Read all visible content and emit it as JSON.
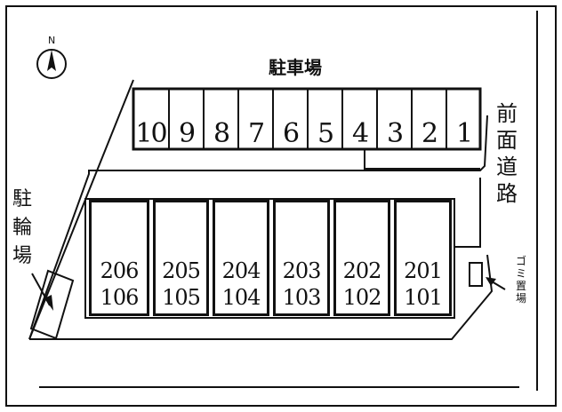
{
  "compass": {
    "north_label": "N"
  },
  "parking": {
    "title": "駐車場",
    "slots": [
      "10",
      "9",
      "8",
      "7",
      "6",
      "5",
      "4",
      "3",
      "2",
      "1"
    ]
  },
  "front_road": {
    "label": "前面道路",
    "chars": [
      "前",
      "面",
      "道",
      "路"
    ]
  },
  "bicycle_parking": {
    "label": "駐輪場",
    "chars": [
      "駐",
      "輪",
      "場"
    ]
  },
  "garbage_area": {
    "label": "ゴミ置場",
    "chars": [
      "ゴ",
      "ミ",
      "置",
      "場"
    ]
  },
  "building": {
    "units": [
      {
        "upper": "206",
        "lower": "106"
      },
      {
        "upper": "205",
        "lower": "105"
      },
      {
        "upper": "204",
        "lower": "104"
      },
      {
        "upper": "203",
        "lower": "103"
      },
      {
        "upper": "202",
        "lower": "102"
      },
      {
        "upper": "201",
        "lower": "101"
      }
    ]
  }
}
